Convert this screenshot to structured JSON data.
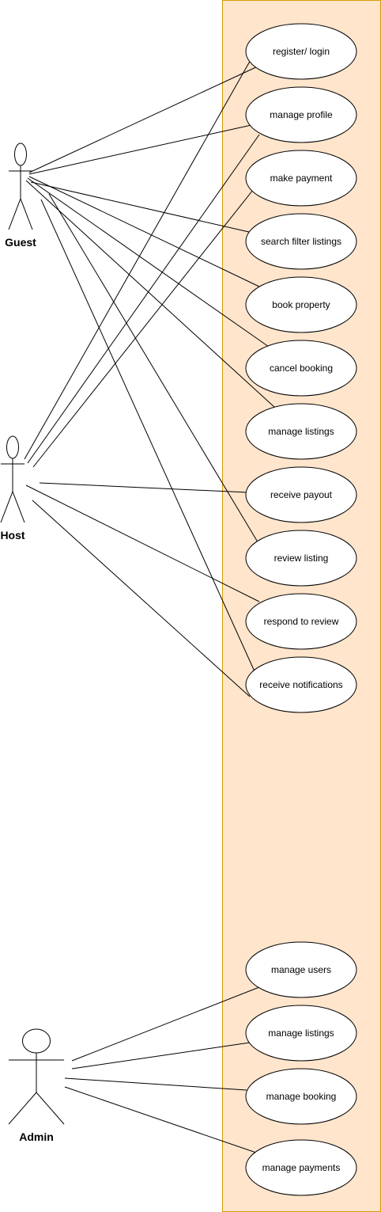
{
  "colors": {
    "boundary_fill": "#FFE5CC",
    "boundary_stroke": "#D79B00",
    "line": "#000000",
    "ellipse_fill": "#FFFFFF"
  },
  "actors": {
    "guest": "Guest",
    "host": "Host",
    "admin": "Admin"
  },
  "use_cases": {
    "register_login": "register/ login",
    "manage_profile": "manage profile",
    "make_payment": "make payment",
    "search_filter_listings": "search filter listings",
    "book_property": "book property",
    "cancel_booking": "cancel booking",
    "manage_listings": "manage listings",
    "receive_payout": "receive payout",
    "review_listing": "review listing",
    "respond_to_review": "respond to review",
    "receive_notifications": "receive notifications",
    "manage_users": "manage users",
    "admin_manage_listings": "manage listings",
    "manage_booking": "manage booking",
    "manage_payments": "manage payments"
  }
}
